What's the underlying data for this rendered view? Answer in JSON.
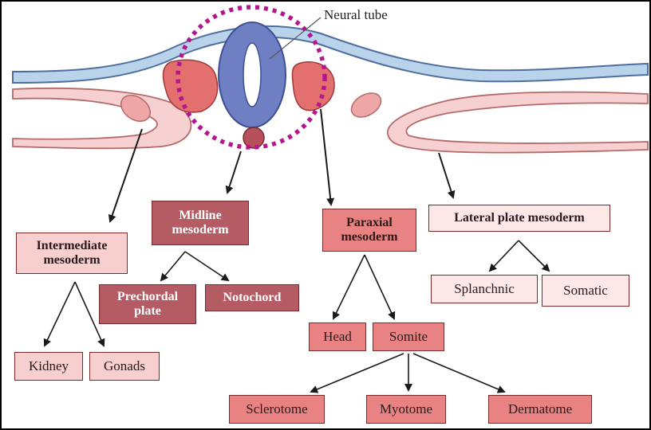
{
  "diagram": {
    "neural_tube_label": "Neural tube",
    "boxes": {
      "intermediate": "Intermediate\nmesoderm",
      "midline": "Midline\nmesoderm",
      "paraxial": "Paraxial\nmesoderm",
      "lateral": "Lateral plate mesoderm",
      "prechordal": "Prechordal\nplate",
      "notochord": "Notochord",
      "splanchnic": "Splanchnic",
      "somatic": "Somatic",
      "head": "Head",
      "somite": "Somite",
      "kidney": "Kidney",
      "gonads": "Gonads",
      "sclerotome": "Sclerotome",
      "myotome": "Myotome",
      "dermatome": "Dermatome"
    },
    "colors": {
      "ectoderm_fill": "#b9d3ea",
      "ectoderm_stroke": "#4f6f9e",
      "neural_tube": "#6f7fc4",
      "somite_fill": "#e46f6f",
      "lateral_fill": "#f7d1d1",
      "highlight_circle": "#b5168f"
    }
  }
}
